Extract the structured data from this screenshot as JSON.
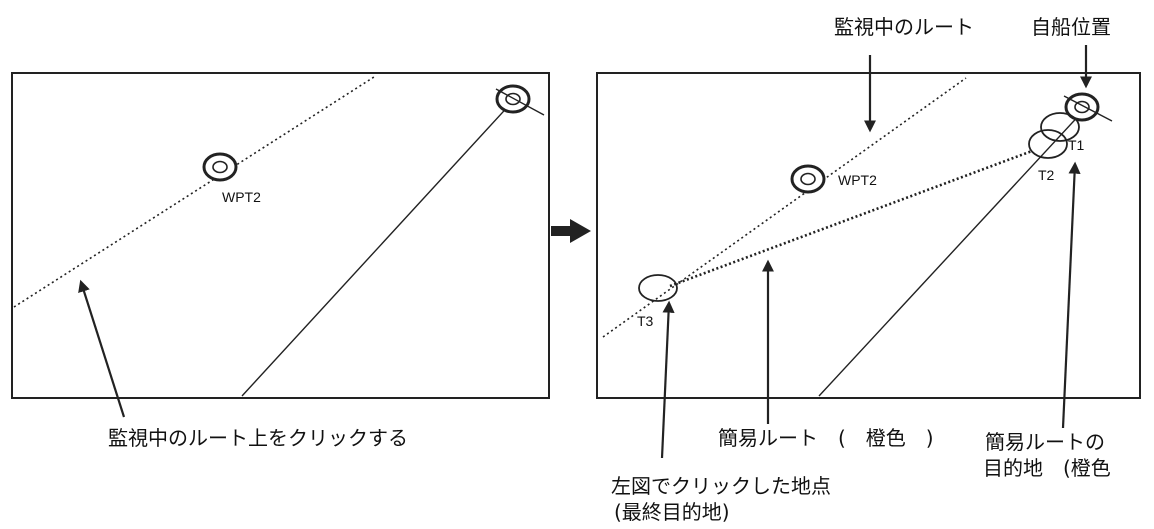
{
  "left_panel": {
    "waypoint_label": "WPT2",
    "instruction": "監視中のルート上をクリックする"
  },
  "right_panel": {
    "waypoint_label": "WPT2",
    "monitored_route_label": "監視中のルート",
    "own_ship_label": "自船位置",
    "turn_points": [
      "T1",
      "T2",
      "T3"
    ],
    "simple_route_label": "簡易ルート　(　橙色　)",
    "destination_label": [
      "簡易ルートの",
      "目的地　(橙色"
    ],
    "clicked_point_label": [
      "左図でクリックした地点",
      "(最終目的地)"
    ]
  },
  "colors": {
    "line": "#222222",
    "background": "#ffffff"
  },
  "icons": [
    "waypoint-icon",
    "own-ship-icon",
    "arrow-right-icon",
    "pointer-arrow-icon"
  ]
}
